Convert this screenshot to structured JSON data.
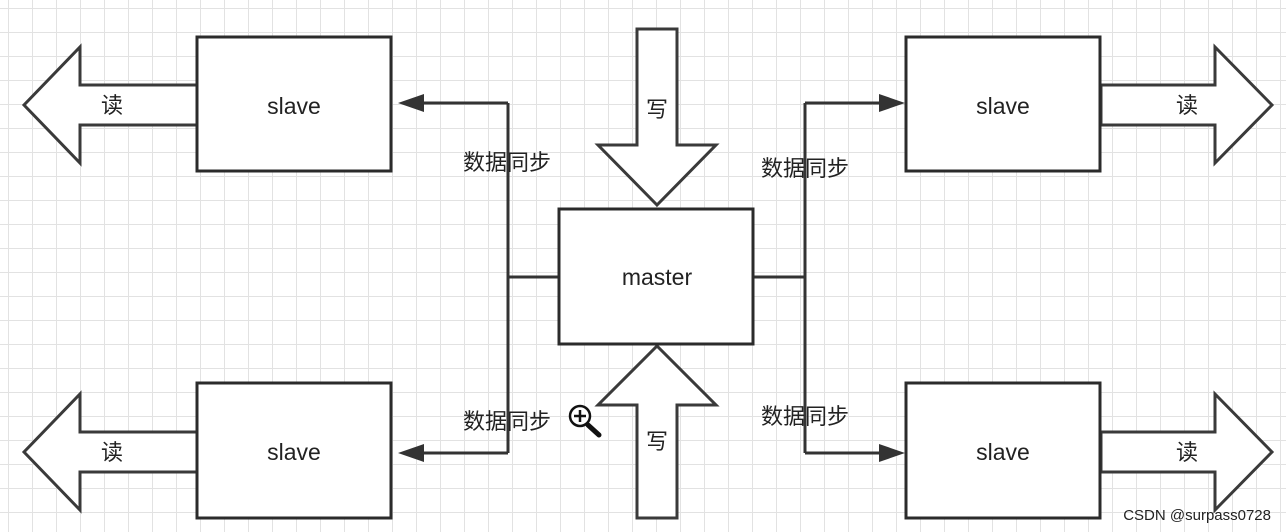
{
  "diagram": {
    "master": {
      "label": "master"
    },
    "slaves": [
      {
        "label": "slave",
        "read_label": "读"
      },
      {
        "label": "slave",
        "read_label": "读"
      },
      {
        "label": "slave",
        "read_label": "读"
      },
      {
        "label": "slave",
        "read_label": "读"
      }
    ],
    "write_labels": [
      "写",
      "写"
    ],
    "sync_labels": [
      "数据同步",
      "数据同步",
      "数据同步",
      "数据同步"
    ],
    "zoom_icon": "zoom-in-icon",
    "watermark": "CSDN @surpass0728"
  }
}
